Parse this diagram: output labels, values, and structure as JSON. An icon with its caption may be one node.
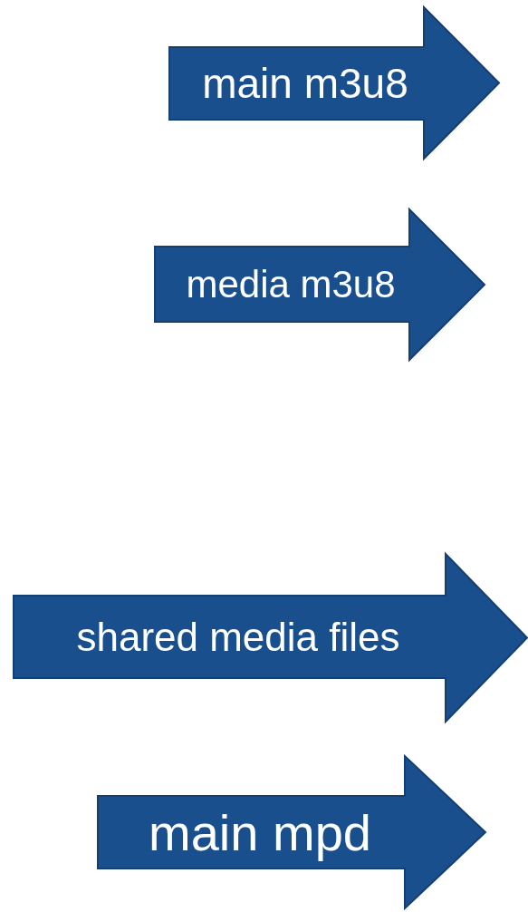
{
  "diagram": {
    "nodes": [
      {
        "text": [
          "main m3u8"
        ]
      },
      {
        "text": [
          "media m3u8"
        ]
      },
      {
        "text": [
          "shared media files"
        ]
      },
      {
        "text": [
          "main mpd"
        ]
      }
    ]
  }
}
